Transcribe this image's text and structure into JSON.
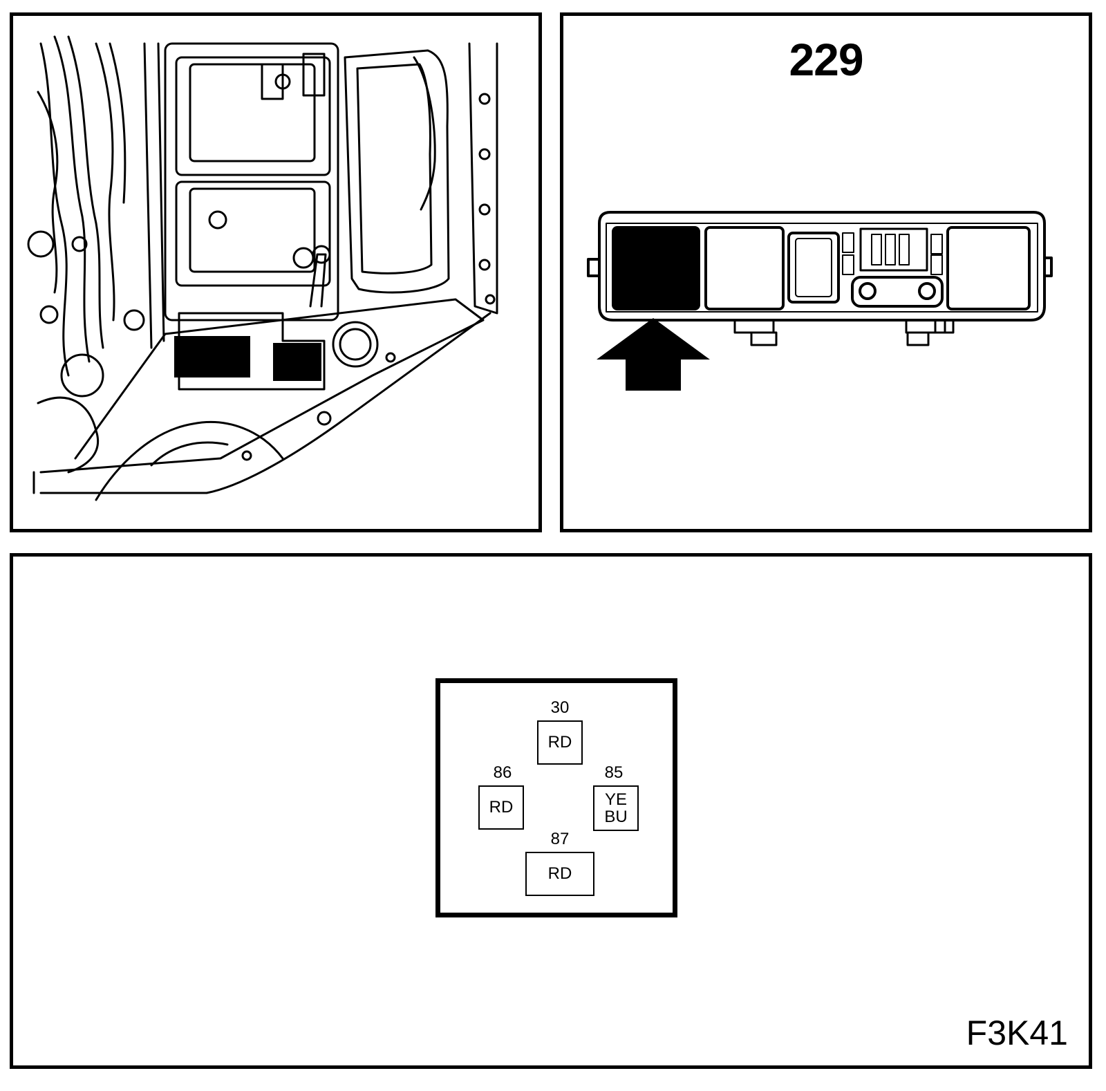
{
  "fusebox_panel": {
    "diagram_number": "229"
  },
  "relay_panel": {
    "pins": [
      {
        "number": "30",
        "color": "RD",
        "color2": ""
      },
      {
        "number": "86",
        "color": "RD",
        "color2": ""
      },
      {
        "number": "85",
        "color": "YE",
        "color2": "BU"
      },
      {
        "number": "87",
        "color": "RD",
        "color2": ""
      }
    ],
    "figure_code": "F3K41"
  }
}
